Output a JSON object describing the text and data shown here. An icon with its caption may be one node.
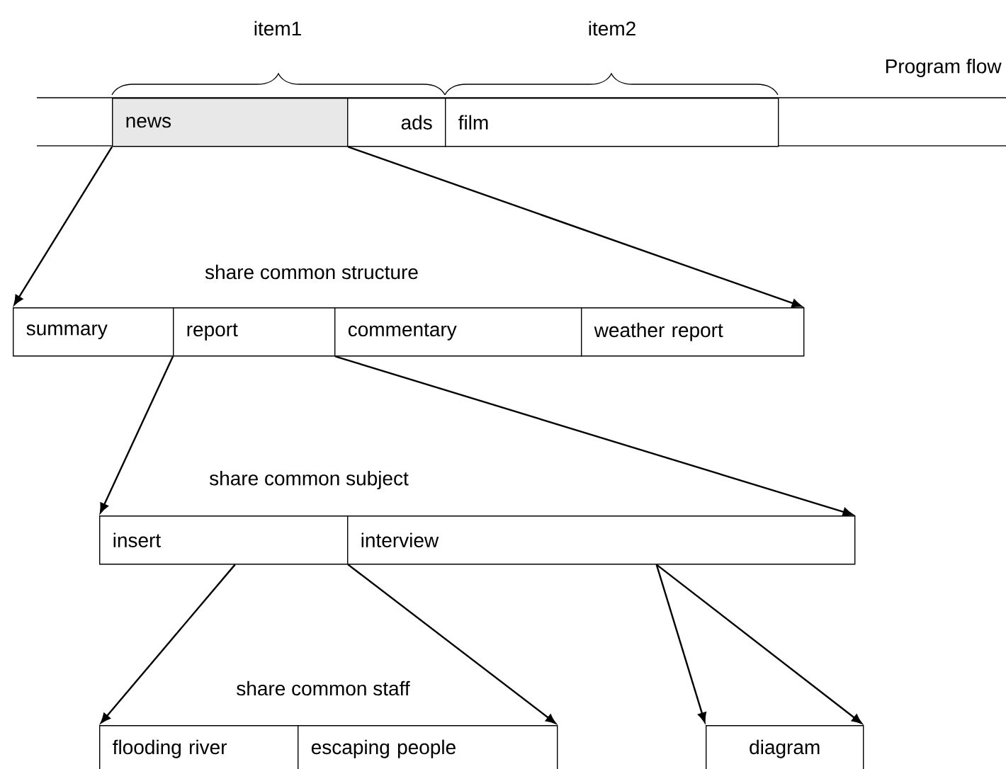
{
  "diagram": {
    "nodes": [
      {
        "text": [
          "news"
        ]
      },
      {
        "text": [
          "ads"
        ]
      },
      {
        "text": [
          "film"
        ]
      },
      {
        "text": [
          "summary"
        ]
      },
      {
        "text": [
          "report"
        ]
      },
      {
        "text": [
          "commentary"
        ]
      },
      {
        "text": [
          "weather report"
        ]
      },
      {
        "text": [
          "insert"
        ]
      },
      {
        "text": [
          "interview"
        ]
      },
      {
        "text": [
          "flooding river"
        ]
      },
      {
        "text": [
          "escaping people"
        ]
      },
      {
        "text": [
          "diagram"
        ]
      }
    ],
    "edges": [
      {
        "from": 0,
        "to": 3,
        "arrow": "to"
      },
      {
        "from": 0,
        "to": 6,
        "arrow": "to"
      },
      {
        "from": 4,
        "to": 7,
        "arrow": "to"
      },
      {
        "from": 4,
        "to": 8,
        "arrow": "to"
      },
      {
        "from": 7,
        "to": 9,
        "arrow": "to"
      },
      {
        "from": 7,
        "to": 10,
        "arrow": "to"
      },
      {
        "from": 8,
        "to": 11,
        "arrow": "to"
      },
      {
        "from": 8,
        "to": 11,
        "arrow": "to"
      }
    ],
    "labels": [
      "item1",
      "item2",
      "Program flow",
      "share common structure",
      "share common subject",
      "share common staff"
    ]
  }
}
